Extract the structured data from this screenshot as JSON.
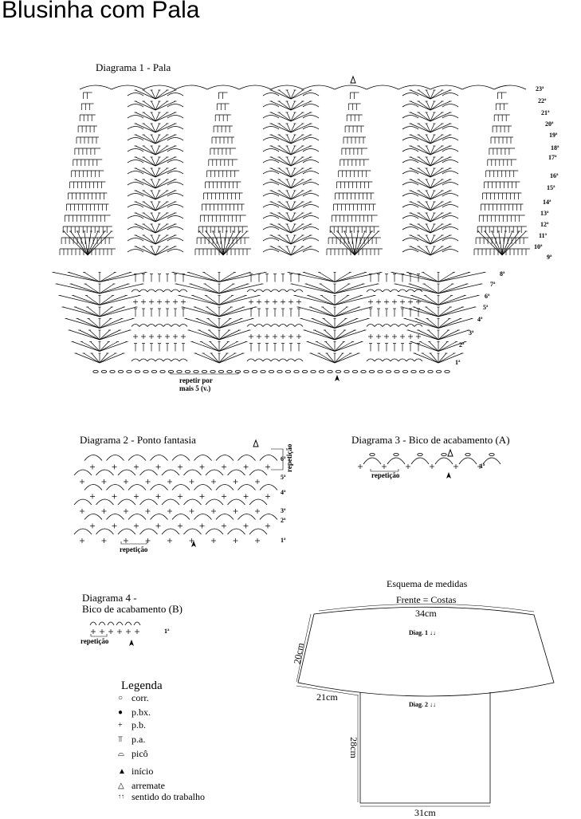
{
  "title": "Blusinha com Pala",
  "diagram1": {
    "title": "Diagrama 1 - Pala",
    "rows": [
      "1ª",
      "2ª",
      "3ª",
      "4ª",
      "5ª",
      "6ª",
      "7ª",
      "8ª",
      "9ª",
      "10ª",
      "11ª",
      "12ª",
      "13ª",
      "14ª",
      "15ª",
      "16ª",
      "17ª",
      "18ª",
      "19ª",
      "20ª",
      "21ª",
      "22ª",
      "23ª"
    ],
    "repeat_note_1": "repetir por",
    "repeat_note_2": "mais 5 (v.)"
  },
  "diagram2": {
    "title": "Diagrama 2 - Ponto fantasia",
    "rows": [
      "1ª",
      "2ª",
      "3ª",
      "4ª",
      "5ª",
      "6ª"
    ],
    "repeat_label": "repetição",
    "repeat_label_vertical": "repetição"
  },
  "diagram3": {
    "title": "Diagrama 3 - Bico de acabamento (A)",
    "row": "1ª",
    "repeat_label": "repetição"
  },
  "diagram4": {
    "title_1": "Diagrama 4 -",
    "title_2": "Bico de acabamento (B)",
    "row": "1ª",
    "repeat_label": "repetição"
  },
  "legend": {
    "title": "Legenda",
    "items": [
      {
        "icon": "chain-oval-icon",
        "label": "corr."
      },
      {
        "icon": "slip-stitch-dot-icon",
        "label": "p.bx."
      },
      {
        "icon": "single-crochet-plus-icon",
        "label": "p.b."
      },
      {
        "icon": "double-crochet-icon",
        "label": "p.a."
      },
      {
        "icon": "picot-icon",
        "label": "picô"
      },
      {
        "icon": "start-arrow-filled-icon",
        "label": "início"
      },
      {
        "icon": "finish-arrow-outline-icon",
        "label": "arremate"
      },
      {
        "icon": "direction-arrows-icon",
        "label": "sentido do trabalho"
      }
    ]
  },
  "schema": {
    "title": "Esquema de medidas",
    "subtitle": "Frente = Costas",
    "top_width": "34cm",
    "side_height": "20cm",
    "shoulder": "21cm",
    "body_height": "28cm",
    "bottom_width": "31cm",
    "yoke_label": "Diag. 1 ↓↓",
    "body_label": "Diag. 2 ↓↓"
  }
}
